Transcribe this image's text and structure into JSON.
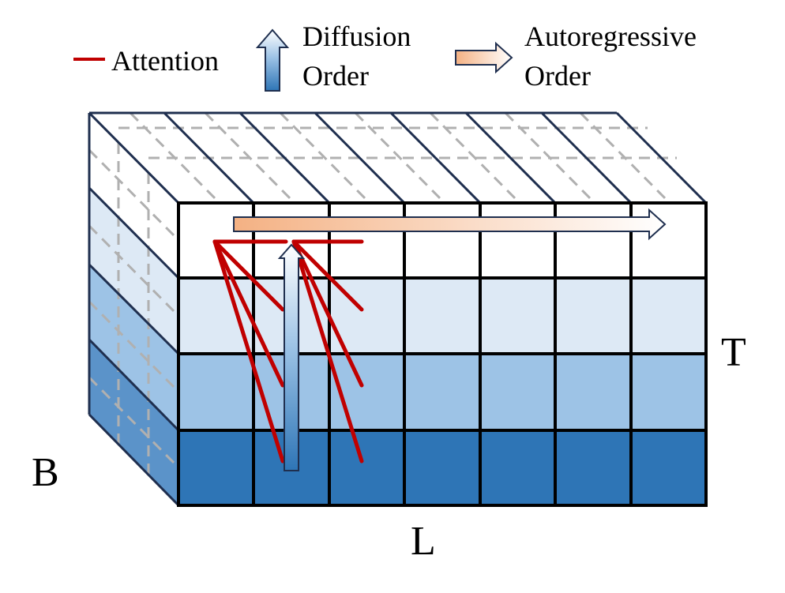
{
  "legend": {
    "attention": "Attention",
    "diffusion_line1": "Diffusion",
    "diffusion_line2": "Order",
    "autoregressive_line1": "Autoregressive",
    "autoregressive_line2": "Order"
  },
  "axes": {
    "batch": "B",
    "time": "T",
    "length": "L"
  },
  "colors": {
    "attention": "#c00000",
    "row_top": "#ffffff",
    "row_2": "#dde9f5",
    "row_3": "#9dc3e6",
    "row_bottom": "#2e75b6",
    "grid_line": "#000000",
    "depth_edge": "#1f2f4f",
    "dashed_line": "#b0b0b0"
  },
  "grid": {
    "columns": 7,
    "rows": 4
  }
}
